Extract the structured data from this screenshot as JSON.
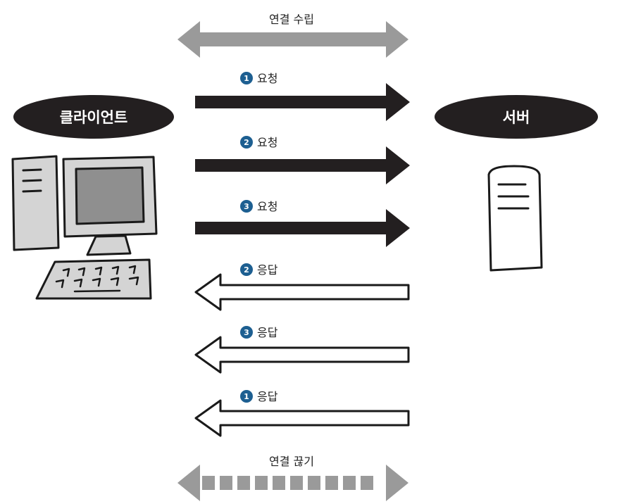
{
  "client": {
    "label": "클라이언트"
  },
  "server": {
    "label": "서버"
  },
  "connect": {
    "label": "연결 수립"
  },
  "disconnect": {
    "label": "연결 끊기"
  },
  "messages": [
    {
      "num": "1",
      "label": "요청",
      "direction": "to-server"
    },
    {
      "num": "2",
      "label": "요청",
      "direction": "to-server"
    },
    {
      "num": "3",
      "label": "요청",
      "direction": "to-server"
    },
    {
      "num": "2",
      "label": "응답",
      "direction": "to-client"
    },
    {
      "num": "3",
      "label": "응답",
      "direction": "to-client"
    },
    {
      "num": "1",
      "label": "응답",
      "direction": "to-client"
    }
  ],
  "colors": {
    "pill": "#231f20",
    "number_badge": "#1d5f91",
    "gray_arrow": "#9a9a9a",
    "computer_body": "#d4d4d4",
    "screen": "#8f8f8f",
    "outline": "#1a1a1a"
  }
}
